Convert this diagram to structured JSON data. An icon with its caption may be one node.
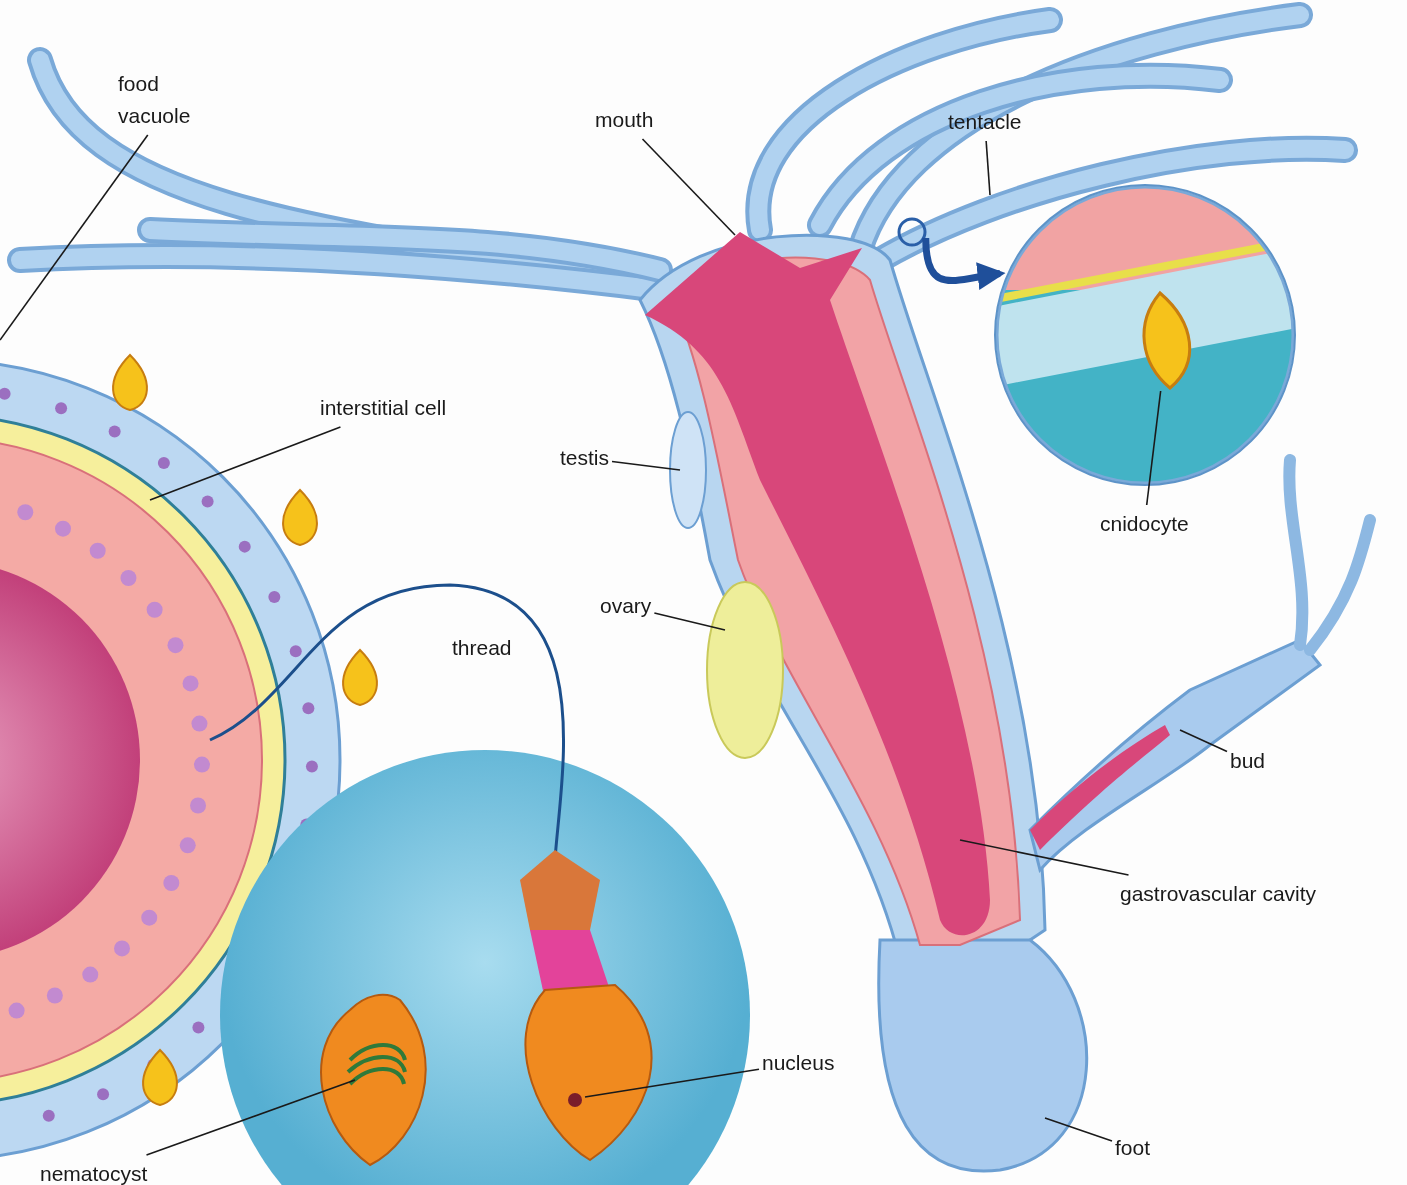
{
  "diagram": {
    "nodes": [
      {
        "text": [
          "food vacuole"
        ]
      },
      {
        "text": [
          "mouth"
        ]
      },
      {
        "text": [
          "tentacle"
        ]
      },
      {
        "text": [
          "interstitial cell"
        ]
      },
      {
        "text": [
          "testis"
        ]
      },
      {
        "text": [
          "cnidocyte"
        ]
      },
      {
        "text": [
          "ovary"
        ]
      },
      {
        "text": [
          "bud"
        ]
      },
      {
        "text": [
          "gastrovascular cavity"
        ]
      },
      {
        "text": [
          "nucleus"
        ]
      },
      {
        "text": [
          "foot"
        ]
      },
      {
        "text": [
          "nematocyst"
        ]
      },
      {
        "text": [],
        "shape": "circle"
      },
      {
        "text": [],
        "shape": "picture"
      },
      {
        "text": [],
        "shape": "picture",
        "in": 13
      }
    ],
    "edges": [
      {
        "from": 0,
        "to": null,
        "arrow": "none"
      },
      {
        "from": 1,
        "to": null,
        "arrow": "none"
      },
      {
        "from": 2,
        "to": null,
        "arrow": "none"
      },
      {
        "from": 3,
        "to": null,
        "arrow": "none"
      },
      {
        "from": 4,
        "to": null,
        "arrow": "none"
      },
      {
        "from": 5,
        "to": 14,
        "arrow": "none"
      },
      {
        "from": 6,
        "to": null,
        "arrow": "none"
      },
      {
        "from": 7,
        "to": null,
        "arrow": "none"
      },
      {
        "from": 8,
        "to": null,
        "arrow": "none"
      },
      {
        "from": 9,
        "to": null,
        "arrow": "none"
      },
      {
        "from": 10,
        "to": null,
        "arrow": "none"
      },
      {
        "from": 11,
        "to": null,
        "arrow": "none"
      },
      {
        "from": 12,
        "to": 13,
        "arrow": "to",
        "style": "thick",
        "color": "#1f4f9a"
      }
    ],
    "labels": [
      "thread"
    ]
  }
}
